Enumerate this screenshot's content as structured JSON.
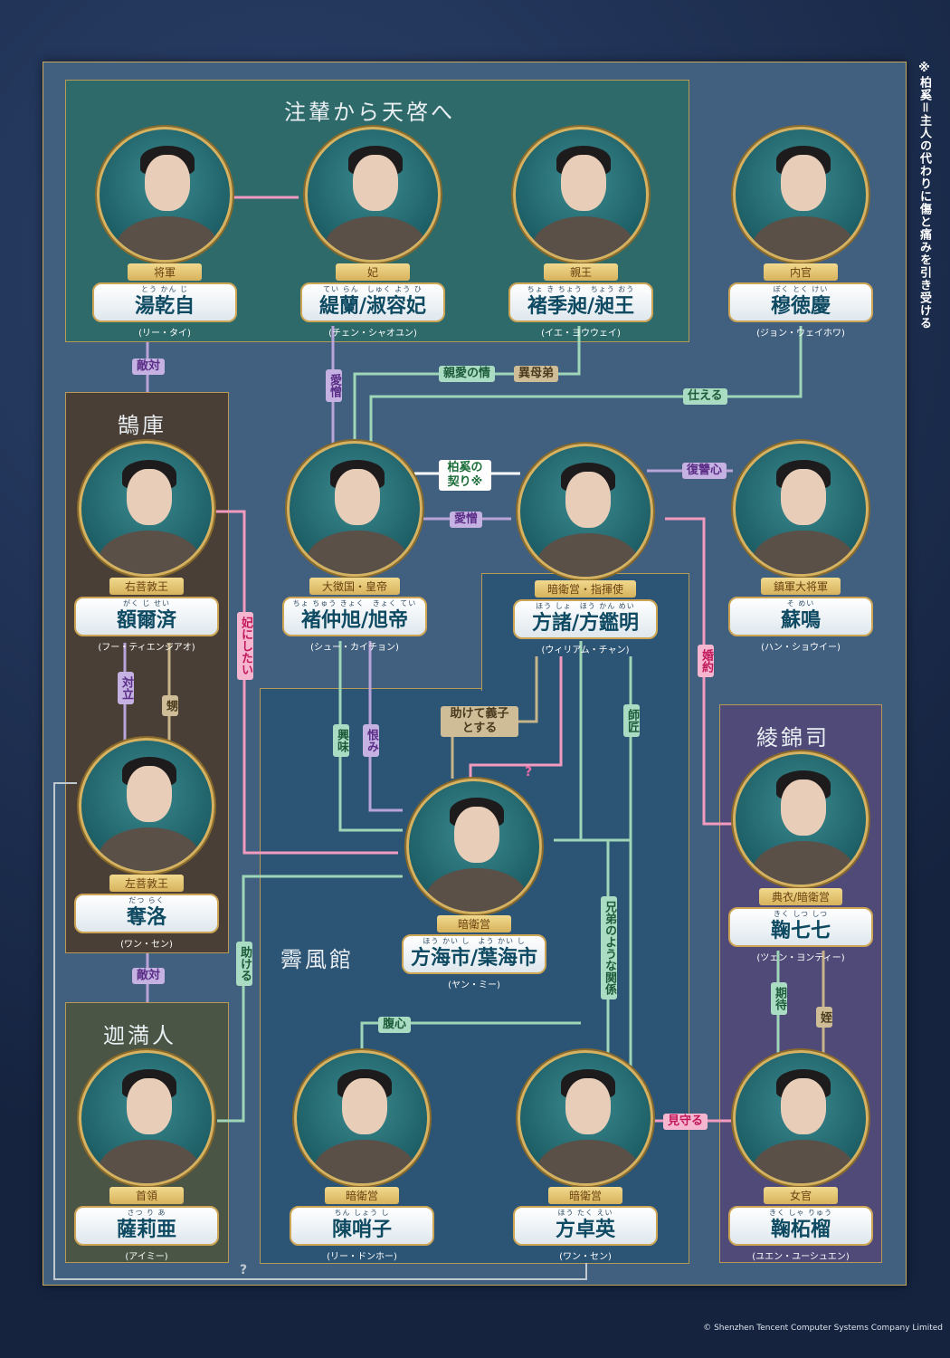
{
  "groups": {
    "zhunian": "注輦から天啓へ",
    "huku": "鵠庫",
    "ryoukin": "綾錦司",
    "kaman": "迦満人",
    "seifuu": "霽風館"
  },
  "characters": [
    {
      "role": "将軍",
      "ruby": "とう かん じ",
      "name": "湯乾自",
      "actor": "(リー・タイ)"
    },
    {
      "role": "妃",
      "ruby": "てい らん　しゅく よう ひ",
      "name": "緹蘭/淑容妃",
      "actor": "(チェン・シャオユン)"
    },
    {
      "role": "親王",
      "ruby": "ちょ き ちょう　ちょう おう",
      "name": "褚季昶/昶王",
      "actor": "(イエ・ヨウウェイ)"
    },
    {
      "role": "内官",
      "ruby": "ぼく とく けい",
      "name": "穆徳慶",
      "actor": "(ジョン・ウェイホワ)"
    },
    {
      "role": "右菩敦王",
      "ruby": "がく じ せい",
      "name": "額爾済",
      "actor": "(フー・ティエンジアオ)"
    },
    {
      "role": "大徴国・皇帝",
      "ruby": "ちょ ちゅう きょく　きょく てい",
      "name": "褚仲旭/旭帝",
      "actor": "(シュー・カイチョン)"
    },
    {
      "role": "暗衛営・指揮使",
      "ruby": "ほう しょ　ほう かん めい",
      "name": "方諸/方鑑明",
      "actor": "(ウィリアム・チャン)"
    },
    {
      "role": "鎮軍大将軍",
      "ruby": "そ めい",
      "name": "蘇鳴",
      "actor": "(ハン・ショウイー)"
    },
    {
      "role": "左菩敦王",
      "ruby": "だつ らく",
      "name": "奪洛",
      "actor": "(ワン・セン)"
    },
    {
      "role": "暗衛営",
      "ruby": "ほう かい し　よう かい し",
      "name": "方海市/葉海市",
      "actor": "(ヤン・ミー)"
    },
    {
      "role": "典衣/暗衛営",
      "ruby": "きく しつ しつ",
      "name": "鞠七七",
      "actor": "(ツェン・ヨンティー)"
    },
    {
      "role": "首領",
      "ruby": "さつ り あ",
      "name": "薩莉亜",
      "actor": "(アイミー)"
    },
    {
      "role": "暗衛営",
      "ruby": "ちん しょう し",
      "name": "陳哨子",
      "actor": "(リー・ドンホー)"
    },
    {
      "role": "暗衛営",
      "ruby": "ほう たく えい",
      "name": "方卓英",
      "actor": "(ワン・セン)"
    },
    {
      "role": "女官",
      "ruby": "きく しゃ りゅう",
      "name": "鞠柘榴",
      "actor": "(ユエン・ユーシュエン)"
    }
  ],
  "relations": [
    {
      "text": "敵対",
      "style": "p"
    },
    {
      "text": "敵対",
      "style": "p"
    },
    {
      "text": "愛憎",
      "style": "p"
    },
    {
      "text": "親愛の情",
      "style": "g"
    },
    {
      "text": "異母弟",
      "style": "t"
    },
    {
      "text": "仕える",
      "style": "g"
    },
    {
      "text": "柏奚の契り※",
      "style": "w"
    },
    {
      "text": "愛憎",
      "style": "p"
    },
    {
      "text": "復讐心",
      "style": "p"
    },
    {
      "text": "妃にしたい",
      "style": "k"
    },
    {
      "text": "対立",
      "style": "p"
    },
    {
      "text": "甥",
      "style": "t"
    },
    {
      "text": "婚約",
      "style": "k"
    },
    {
      "text": "助けて義子とする",
      "style": "t"
    },
    {
      "text": "興味",
      "style": "g"
    },
    {
      "text": "恨み",
      "style": "p"
    },
    {
      "text": "師匠",
      "style": "g"
    },
    {
      "text": "兄弟のような関係",
      "style": "g"
    },
    {
      "text": "助ける",
      "style": "g"
    },
    {
      "text": "腹心",
      "style": "g"
    },
    {
      "text": "期待",
      "style": "g"
    },
    {
      "text": "姪",
      "style": "t"
    },
    {
      "text": "見守る",
      "style": "k"
    }
  ],
  "question_marks": [
    "?",
    "?"
  ],
  "note": "※柏奚＝主人の代わりに傷と痛みを引き受ける",
  "copyright": "© Shenzhen Tencent Computer Systems Company Limited",
  "colors": {
    "pink": "#f29bbf",
    "green": "#9fd6b8",
    "purple": "#b9a4d9",
    "tan": "#c7b48a",
    "panel": "#41607f"
  }
}
